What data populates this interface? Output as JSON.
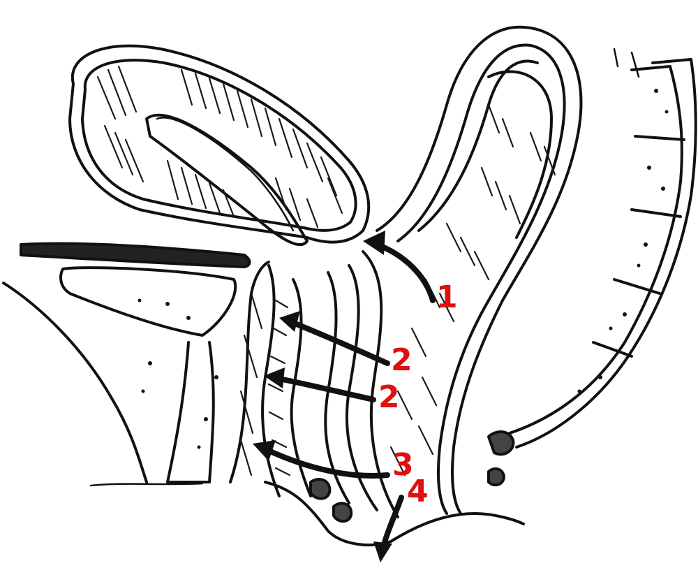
{
  "colors": {
    "ink": "#111111",
    "label": "#e01010",
    "background": "#ffffff"
  },
  "markers": [
    {
      "id": "m1",
      "text": "1"
    },
    {
      "id": "m2a",
      "text": "2"
    },
    {
      "id": "m2b",
      "text": "2"
    },
    {
      "id": "m3",
      "text": "3"
    },
    {
      "id": "m4",
      "text": "4"
    }
  ]
}
